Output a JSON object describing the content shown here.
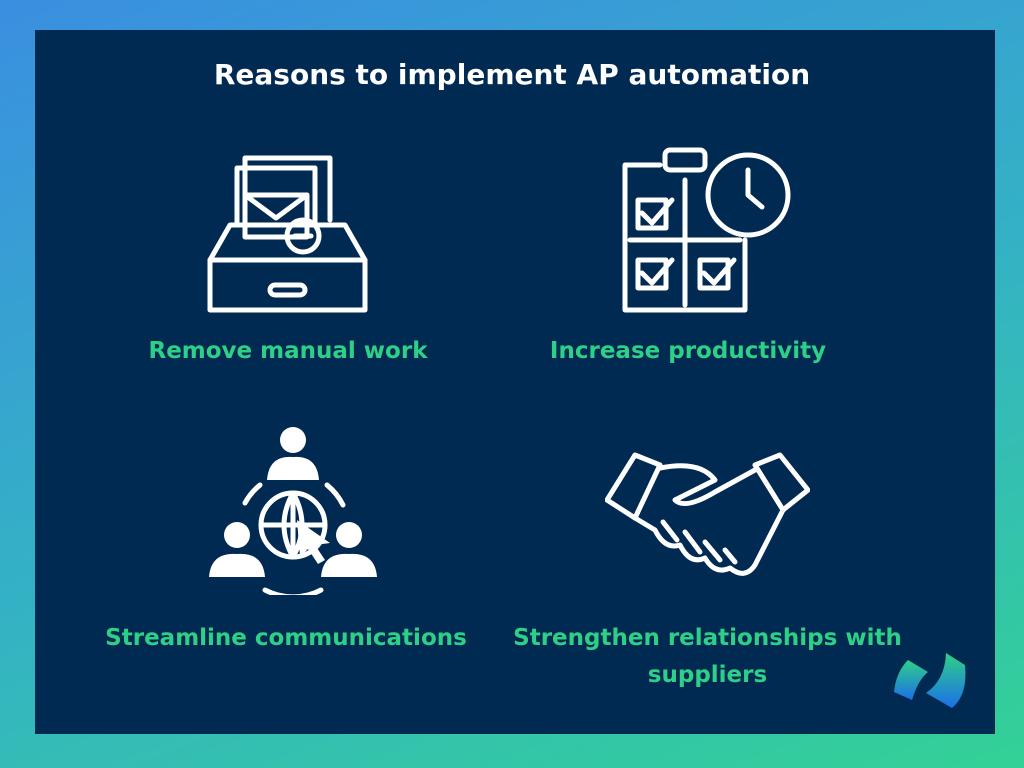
{
  "title": "Reasons to implement AP automation",
  "items": [
    {
      "label": "Remove manual work",
      "icon": "inbox-mail-icon"
    },
    {
      "label": "Increase productivity",
      "icon": "clipboard-clock-icon"
    },
    {
      "label": "Streamline communications",
      "icon": "network-people-icon"
    },
    {
      "label": "Strengthen relationships with suppliers",
      "icon": "handshake-icon"
    }
  ],
  "colors": {
    "background": "#012a52",
    "accent": "#2ed087"
  }
}
